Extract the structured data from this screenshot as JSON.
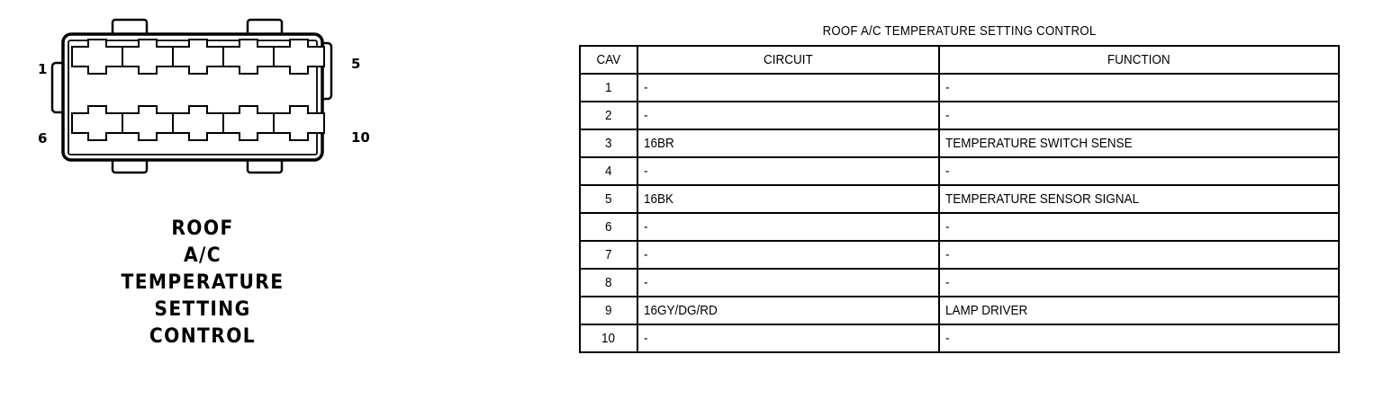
{
  "connector": {
    "caption_lines": [
      "ROOF",
      "A/C",
      "TEMPERATURE",
      "SETTING",
      "CONTROL"
    ],
    "pin_labels": {
      "top_left": "1",
      "top_right": "5",
      "bottom_left": "6",
      "bottom_right": "10"
    },
    "cavity_count": 10,
    "rows": 2,
    "columns": 5,
    "line_color": "#000000",
    "body_fill": "#ffffff"
  },
  "table": {
    "title": "ROOF A/C TEMPERATURE SETTING CONTROL",
    "headers": [
      "CAV",
      "CIRCUIT",
      "FUNCTION"
    ],
    "rows": [
      {
        "cav": "1",
        "circuit": "-",
        "function": "-"
      },
      {
        "cav": "2",
        "circuit": "-",
        "function": "-"
      },
      {
        "cav": "3",
        "circuit": "16BR",
        "function": "TEMPERATURE SWITCH SENSE"
      },
      {
        "cav": "4",
        "circuit": "-",
        "function": "-"
      },
      {
        "cav": "5",
        "circuit": "16BK",
        "function": "TEMPERATURE SENSOR SIGNAL"
      },
      {
        "cav": "6",
        "circuit": "-",
        "function": "-"
      },
      {
        "cav": "7",
        "circuit": "-",
        "function": "-"
      },
      {
        "cav": "8",
        "circuit": "-",
        "function": "-"
      },
      {
        "cav": "9",
        "circuit": "16GY/DG/RD",
        "function": "LAMP DRIVER"
      },
      {
        "cav": "10",
        "circuit": "-",
        "function": "-"
      }
    ]
  }
}
